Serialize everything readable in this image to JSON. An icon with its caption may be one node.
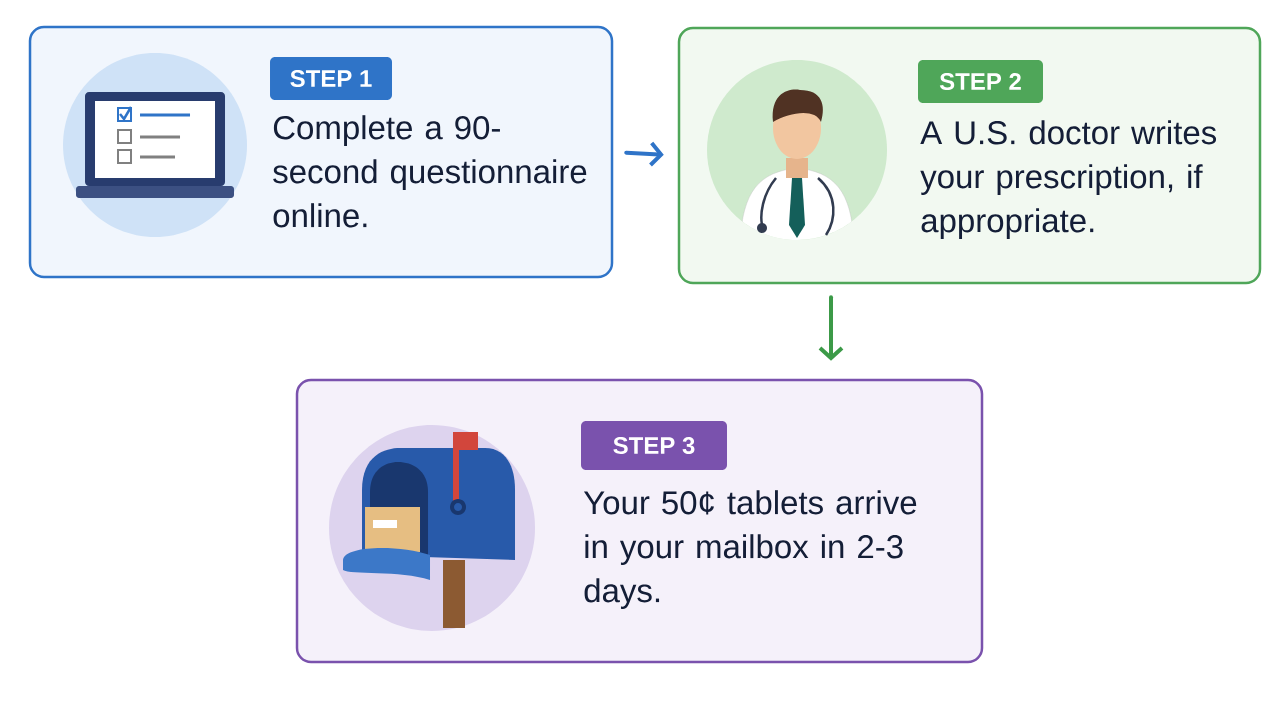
{
  "diagram": {
    "nodes": [
      {
        "text": [
          "STEP 1",
          "Complete a 90-second questionnaire online."
        ]
      },
      {
        "text": [
          "STEP 2",
          "A U.S. doctor writes your prescription, if appropriate."
        ]
      },
      {
        "text": [
          "STEP 3",
          "Your 50¢ tablets arrive in your mailbox in 2-3 days."
        ]
      }
    ],
    "edges": [
      {
        "from": 0,
        "to": 1,
        "arrow": "to",
        "color": "#2f74c8"
      },
      {
        "from": 1,
        "to": 2,
        "arrow": "to",
        "color": "#3c9a48"
      }
    ]
  }
}
